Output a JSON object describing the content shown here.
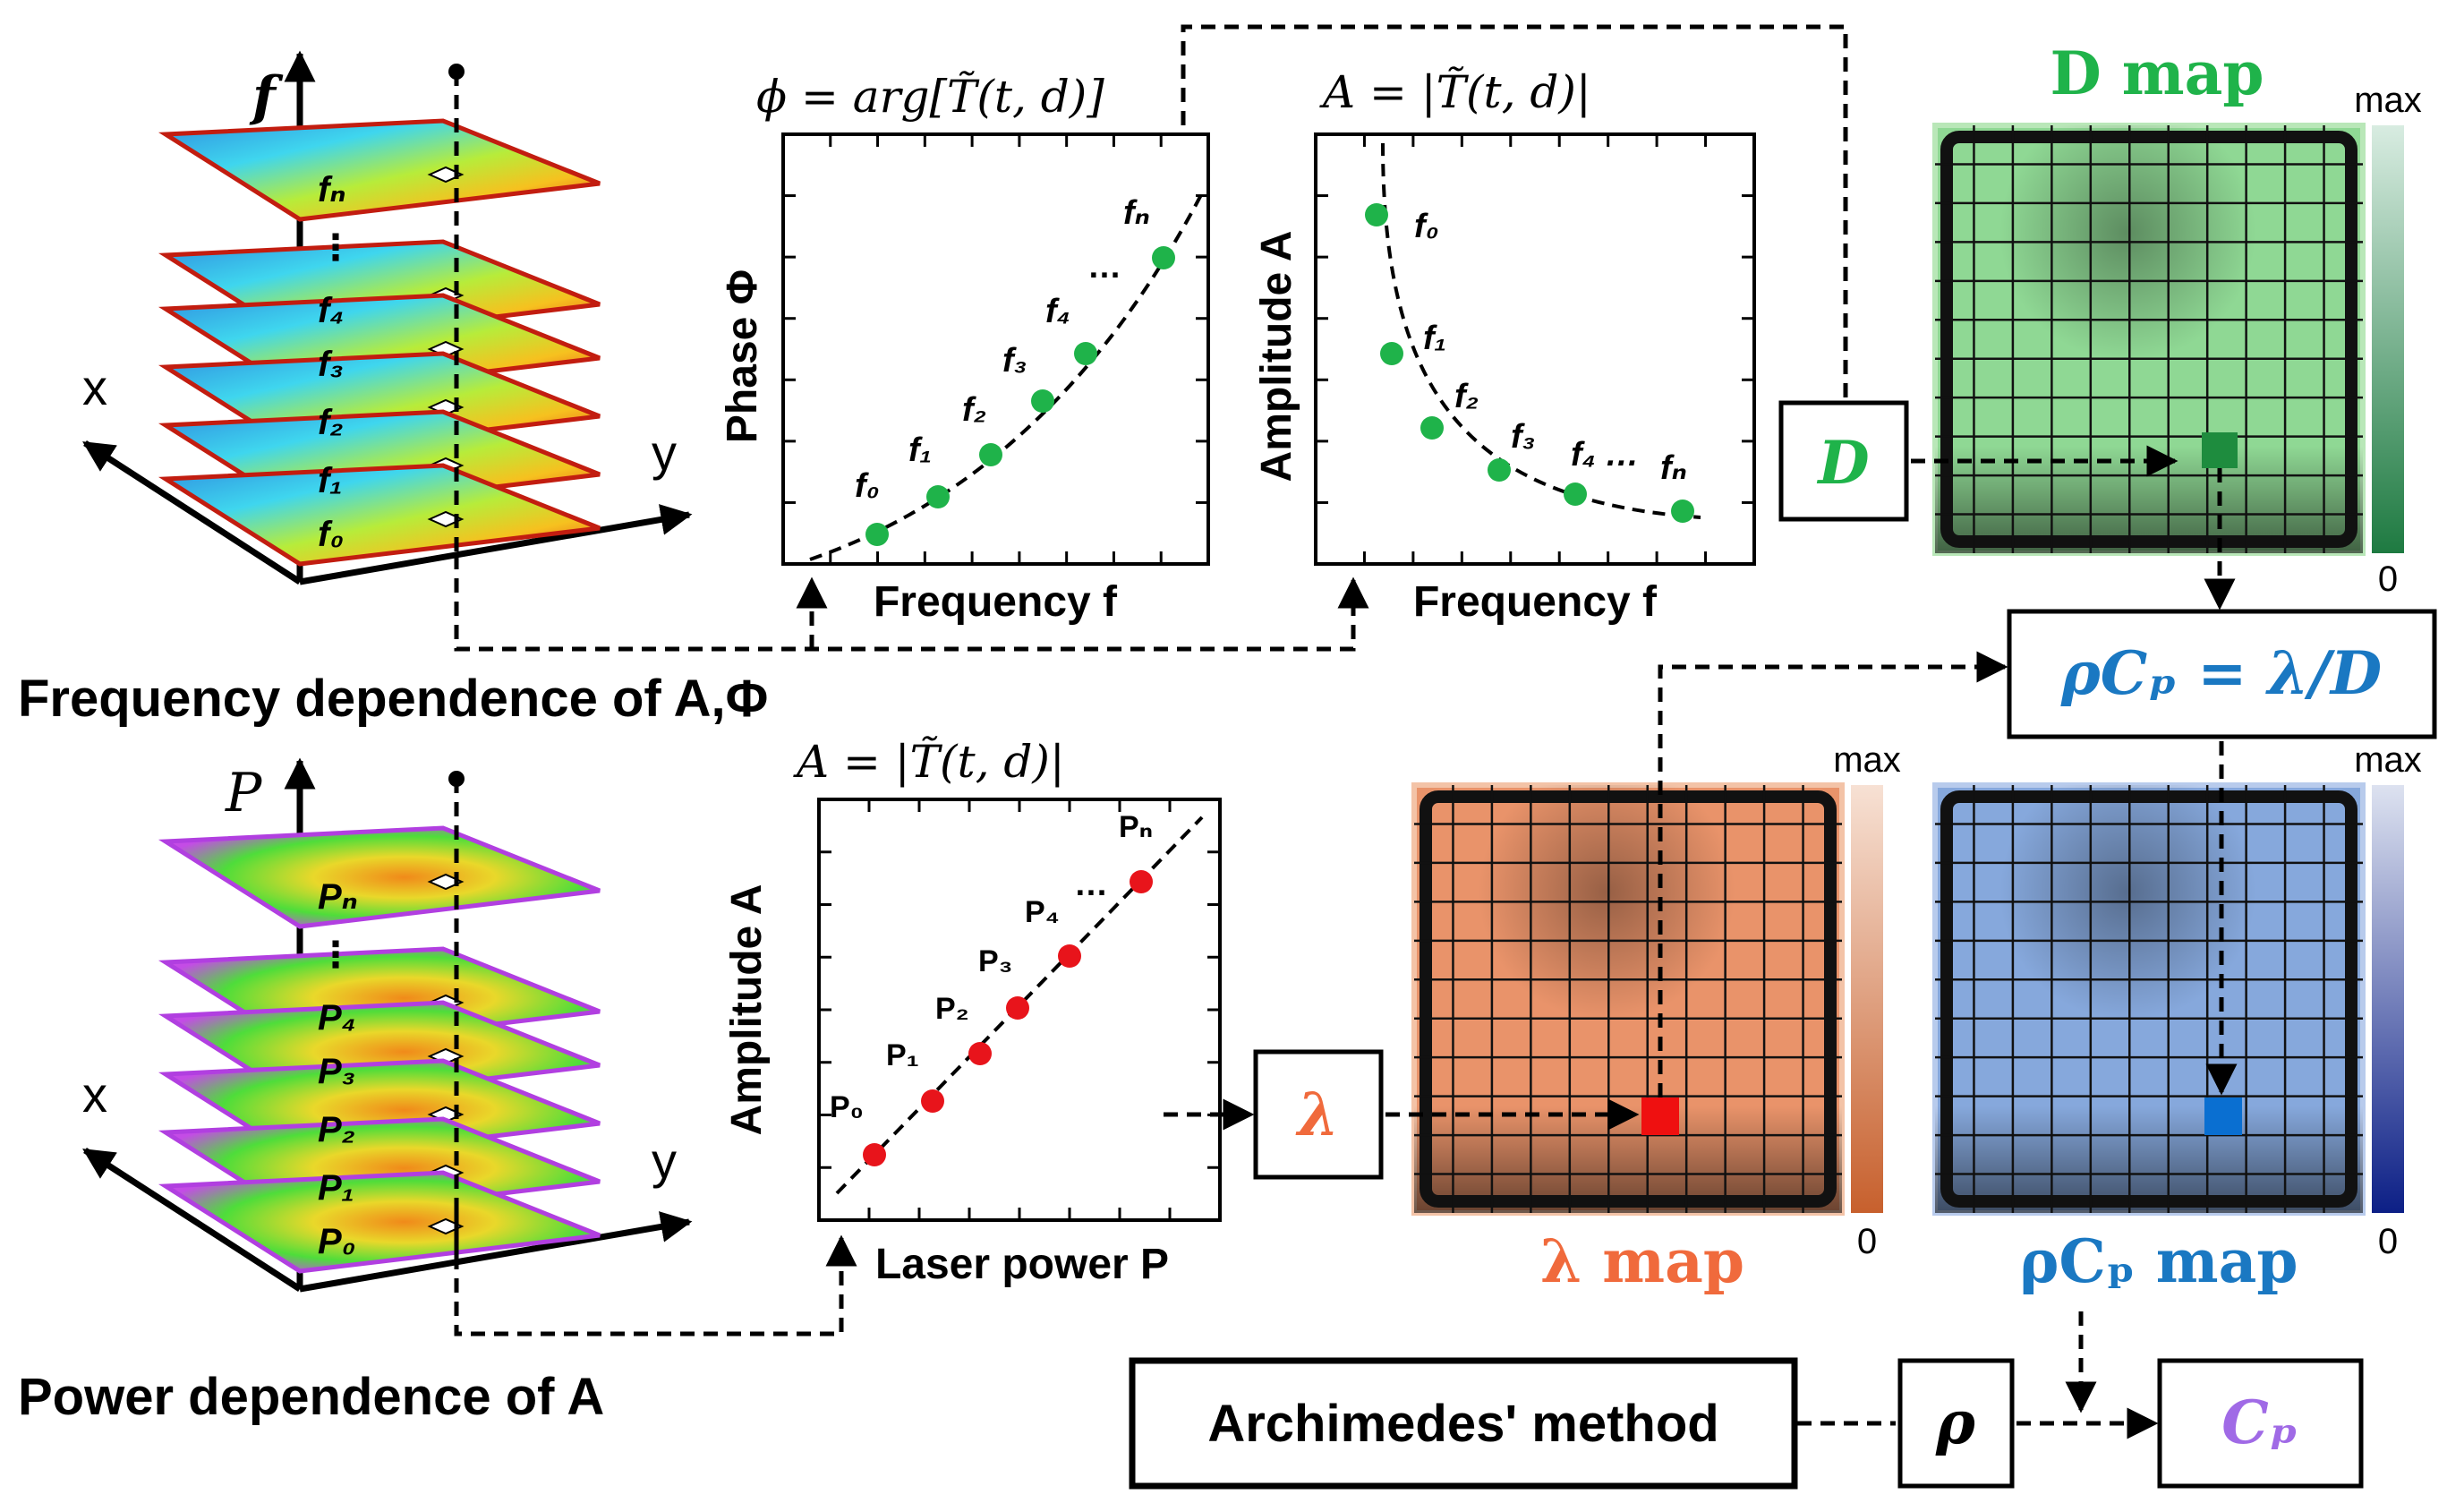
{
  "panel_freq": {
    "title": "Frequency dependence of A,Φ",
    "axis_f": "f",
    "axis_x": "x",
    "axis_y": "y",
    "slices": [
      "f₀",
      "f₁",
      "f₂",
      "f₃",
      "f₄",
      "⋮",
      "fₙ"
    ]
  },
  "panel_power": {
    "title": "Power dependence of A",
    "axis_p": "P",
    "axis_x": "x",
    "axis_y": "y",
    "slices": [
      "P₀",
      "P₁",
      "P₂",
      "P₃",
      "P₄",
      "⋮",
      "Pₙ"
    ]
  },
  "phase_plot": {
    "formula": "ϕ = arg[T̃(t, d)]",
    "ylabel": "Phase Φ",
    "xlabel": "Frequency f",
    "point_labels": [
      "f₀",
      "f₁",
      "f₂",
      "f₃",
      "f₄",
      "…",
      "fₙ"
    ]
  },
  "amp_freq_plot": {
    "formula": "A = |T̃(t, d)|",
    "ylabel": "Amplitude A",
    "xlabel": "Frequency f",
    "point_labels": [
      "f₀",
      "f₁",
      "f₂",
      "f₃",
      "f₄ …",
      "fₙ"
    ]
  },
  "amp_power_plot": {
    "formula": "A = |T̃(t, d)|",
    "ylabel": "Amplitude A",
    "xlabel": "Laser power P",
    "point_labels": [
      "P₀",
      "P₁",
      "P₂",
      "P₃",
      "P₄",
      "…",
      "Pₙ"
    ]
  },
  "maps": {
    "d_map": {
      "title": "D map",
      "max": "max",
      "min": "0"
    },
    "lambda_map": {
      "title": "λ map",
      "max": "max",
      "min": "0"
    },
    "rhocp_map": {
      "title": "ρCₚ map",
      "max": "max",
      "min": "0"
    }
  },
  "boxes": {
    "d": "D",
    "lambda": "λ",
    "equation": "ρCₚ = λ/D",
    "archimedes": "Archimedes' method",
    "rho": "ρ",
    "cp": "Cₚ"
  },
  "colors": {
    "green_dot": "#1fb34a",
    "red_dot": "#e8141b",
    "d_text": "#1fb34a",
    "lambda_text": "#f06a3c",
    "rhocp_text": "#1a78c2",
    "cp_text": "#a06ae6",
    "d_fill": "#8fd894",
    "lambda_fill": "#e9936a",
    "rhocp_fill": "#86a8dc"
  }
}
